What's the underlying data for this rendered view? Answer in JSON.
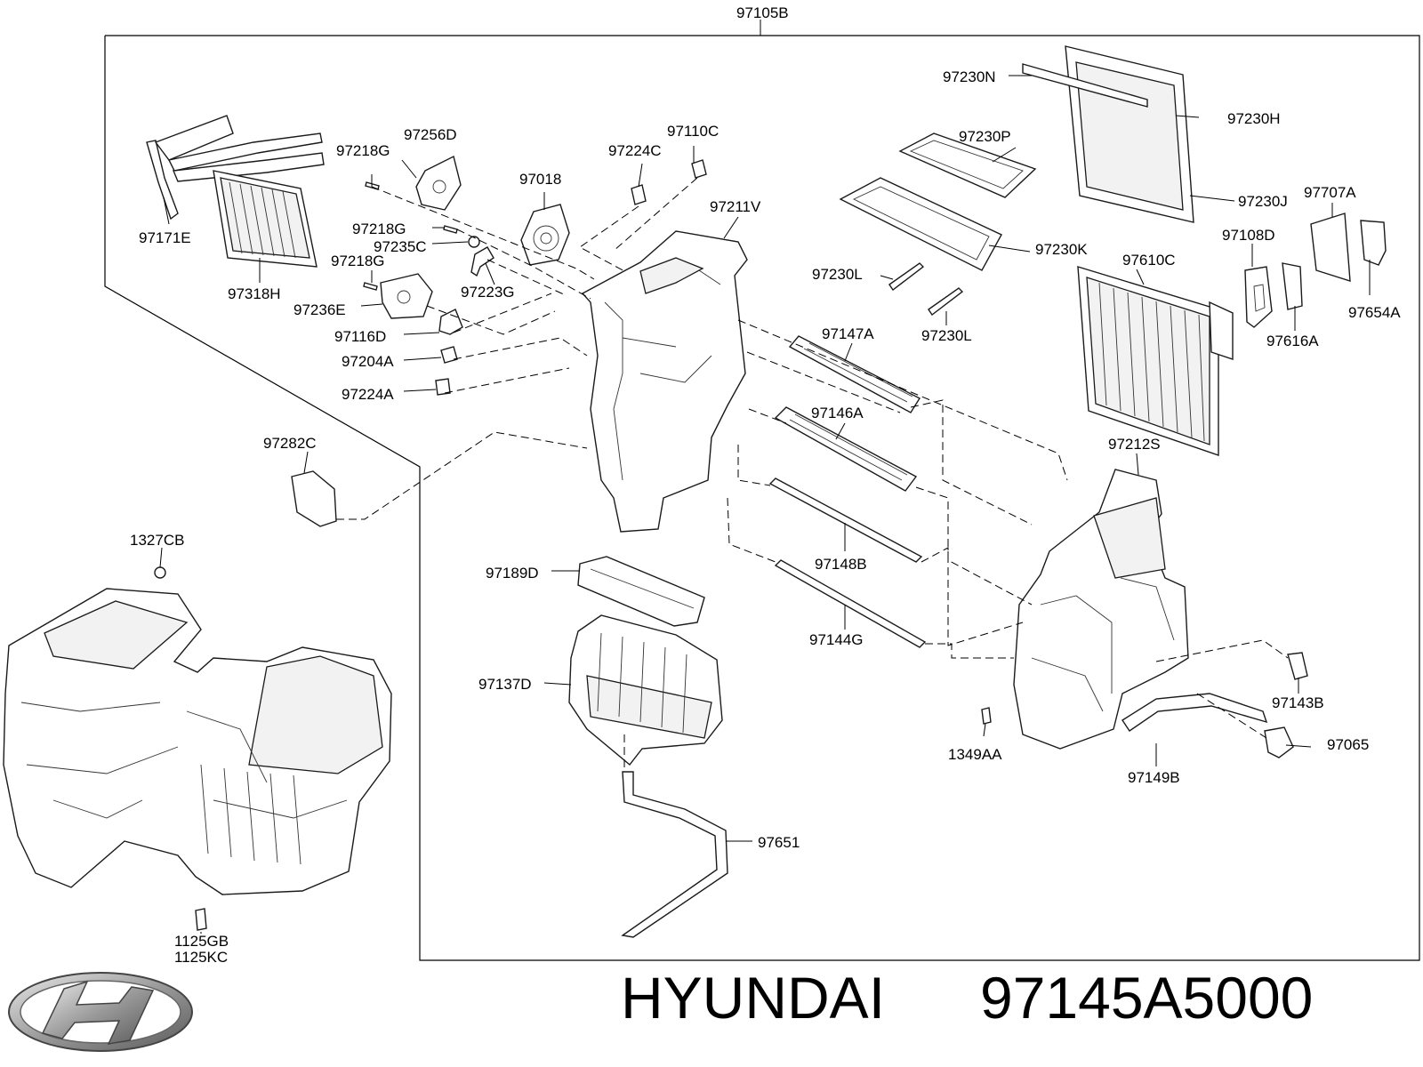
{
  "diagram": {
    "assembly_label": "97105B",
    "callouts": [
      "97230N",
      "97230H",
      "97230P",
      "97230J",
      "97707A",
      "97230K",
      "97108D",
      "97610C",
      "97230L",
      "97230L",
      "97654A",
      "97616A",
      "97147A",
      "97146A",
      "97212S",
      "97148B",
      "97144G",
      "97143B",
      "97065",
      "97149B",
      "1349AA",
      "97218G",
      "97256D",
      "97110C",
      "97224C",
      "97018",
      "97211V",
      "97171E",
      "97218G",
      "97235C",
      "97218G",
      "97223G",
      "97318H",
      "97236E",
      "97116D",
      "97204A",
      "97224A",
      "97282C",
      "1327CB",
      "97189D",
      "97137D",
      "97651",
      "1125GB",
      "1125KC"
    ]
  },
  "footer": {
    "brand": "HYUNDAI",
    "part_number": "97145A5000",
    "logo_icon": "hyundai-logo"
  }
}
